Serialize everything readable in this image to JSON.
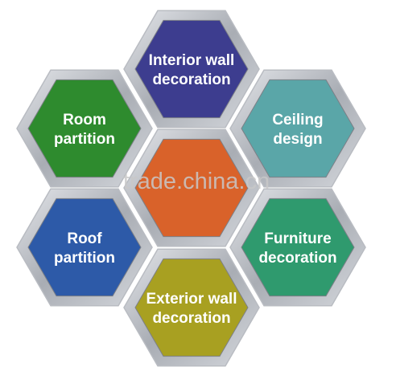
{
  "hexagons": [
    {
      "id": "interior-wall",
      "lines": [
        "Interior wall",
        "decoration"
      ],
      "color": "#3d3d8f"
    },
    {
      "id": "room-partition",
      "lines": [
        "Room",
        "partition"
      ],
      "color": "#2e8b2e"
    },
    {
      "id": "ceiling-design",
      "lines": [
        "Ceiling",
        "design"
      ],
      "color": "#5aa6a8"
    },
    {
      "id": "center",
      "lines": [],
      "color": "#d9622a"
    },
    {
      "id": "roof-partition",
      "lines": [
        "Roof",
        "partition"
      ],
      "color": "#2d5aa8"
    },
    {
      "id": "furniture-decoration",
      "lines": [
        "Furniture",
        "decoration"
      ],
      "color": "#2f9a6e"
    },
    {
      "id": "exterior-wall",
      "lines": [
        "Exterior wall",
        "decoration"
      ],
      "color": "#a8a021"
    }
  ],
  "watermark": "trade.china.cn",
  "frame_color": "#b9bcc2"
}
